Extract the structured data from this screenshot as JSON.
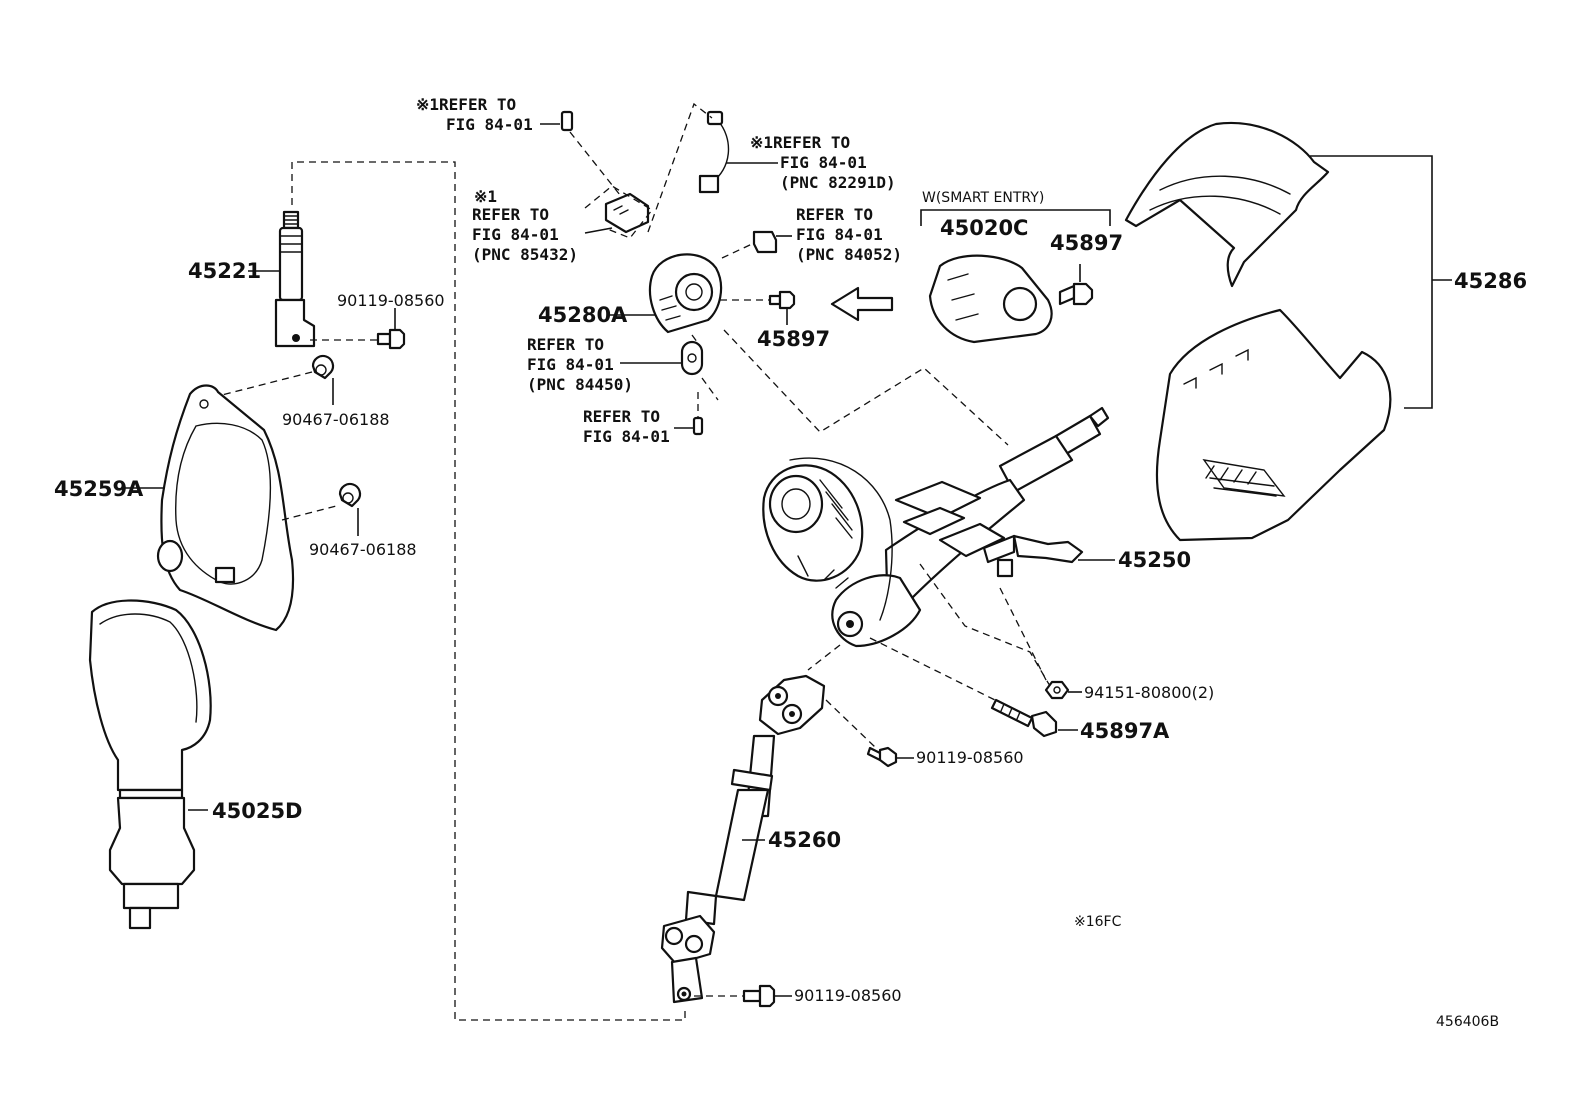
{
  "diagram_code": "456406B",
  "footnote": "※16FC",
  "variant_label": "W(SMART ENTRY)",
  "parts": {
    "p45221": "45221",
    "p45259A": "45259A",
    "p45025D": "45025D",
    "p45280A": "45280A",
    "p45897_left": "45897",
    "p45020C": "45020C",
    "p45897_right": "45897",
    "p45286": "45286",
    "p45250": "45250",
    "p45897A": "45897A",
    "p45260": "45260",
    "bolt_top": "90119-08560",
    "bolt_mid": "90119-08560",
    "bolt_bottom": "90119-08560",
    "clip_upper": "90467-06188",
    "clip_lower": "90467-06188",
    "nut": "94151-80800(2)"
  },
  "refs": {
    "r1": {
      "line1": "※1REFER TO",
      "line2": "FIG 84-01"
    },
    "r2": {
      "line1": "※1REFER TO",
      "line2": "FIG 84-01",
      "line3": "(PNC 82291D)"
    },
    "r3": {
      "line1": "※1",
      "line2": "REFER TO",
      "line3": "FIG 84-01",
      "line4": "(PNC 85432)"
    },
    "r4": {
      "line1": "REFER TO",
      "line2": "FIG 84-01",
      "line3": "(PNC 84052)"
    },
    "r5": {
      "line1": "REFER TO",
      "line2": "FIG 84-01",
      "line3": "(PNC 84450)"
    },
    "r6": {
      "line1": "REFER TO",
      "line2": "FIG 84-01"
    }
  }
}
